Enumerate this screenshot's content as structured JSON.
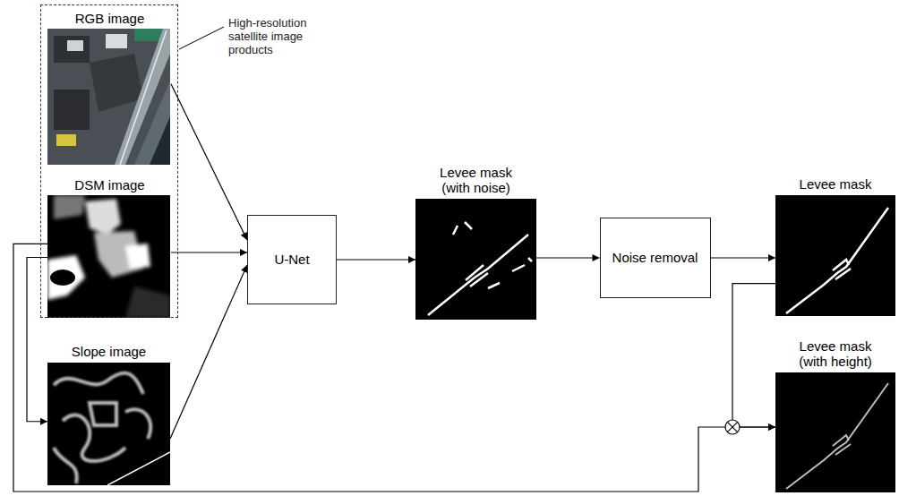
{
  "diagram": {
    "nodes": [
      {
        "text": [
          "High-resolution satellite image products"
        ]
      },
      {
        "text": [
          "RGB image"
        ],
        "in": 0
      },
      {
        "text": [
          "DSM image"
        ],
        "in": 0
      },
      {
        "text": [
          "Slope image"
        ]
      },
      {
        "text": [
          "U-Net"
        ]
      },
      {
        "text": [
          "Levee mask (with noise)"
        ]
      },
      {
        "text": [
          "Noise removal"
        ]
      },
      {
        "text": [
          "Levee mask"
        ]
      },
      {
        "text": [
          "Levee mask (with height)"
        ]
      }
    ],
    "edges": [
      {
        "from": 1,
        "to": 4,
        "arrow": "to"
      },
      {
        "from": 2,
        "to": 4,
        "arrow": "to"
      },
      {
        "from": 3,
        "to": 4,
        "arrow": "to"
      },
      {
        "from": 4,
        "to": 5,
        "arrow": "to"
      },
      {
        "from": 5,
        "to": 6,
        "arrow": "to"
      },
      {
        "from": 6,
        "to": 7,
        "arrow": "to"
      },
      {
        "from": 2,
        "to": 3,
        "arrow": "to"
      },
      {
        "from": 2,
        "to": 8,
        "arrow": "to"
      },
      {
        "from": 7,
        "to": 8,
        "arrow": "to"
      }
    ]
  }
}
